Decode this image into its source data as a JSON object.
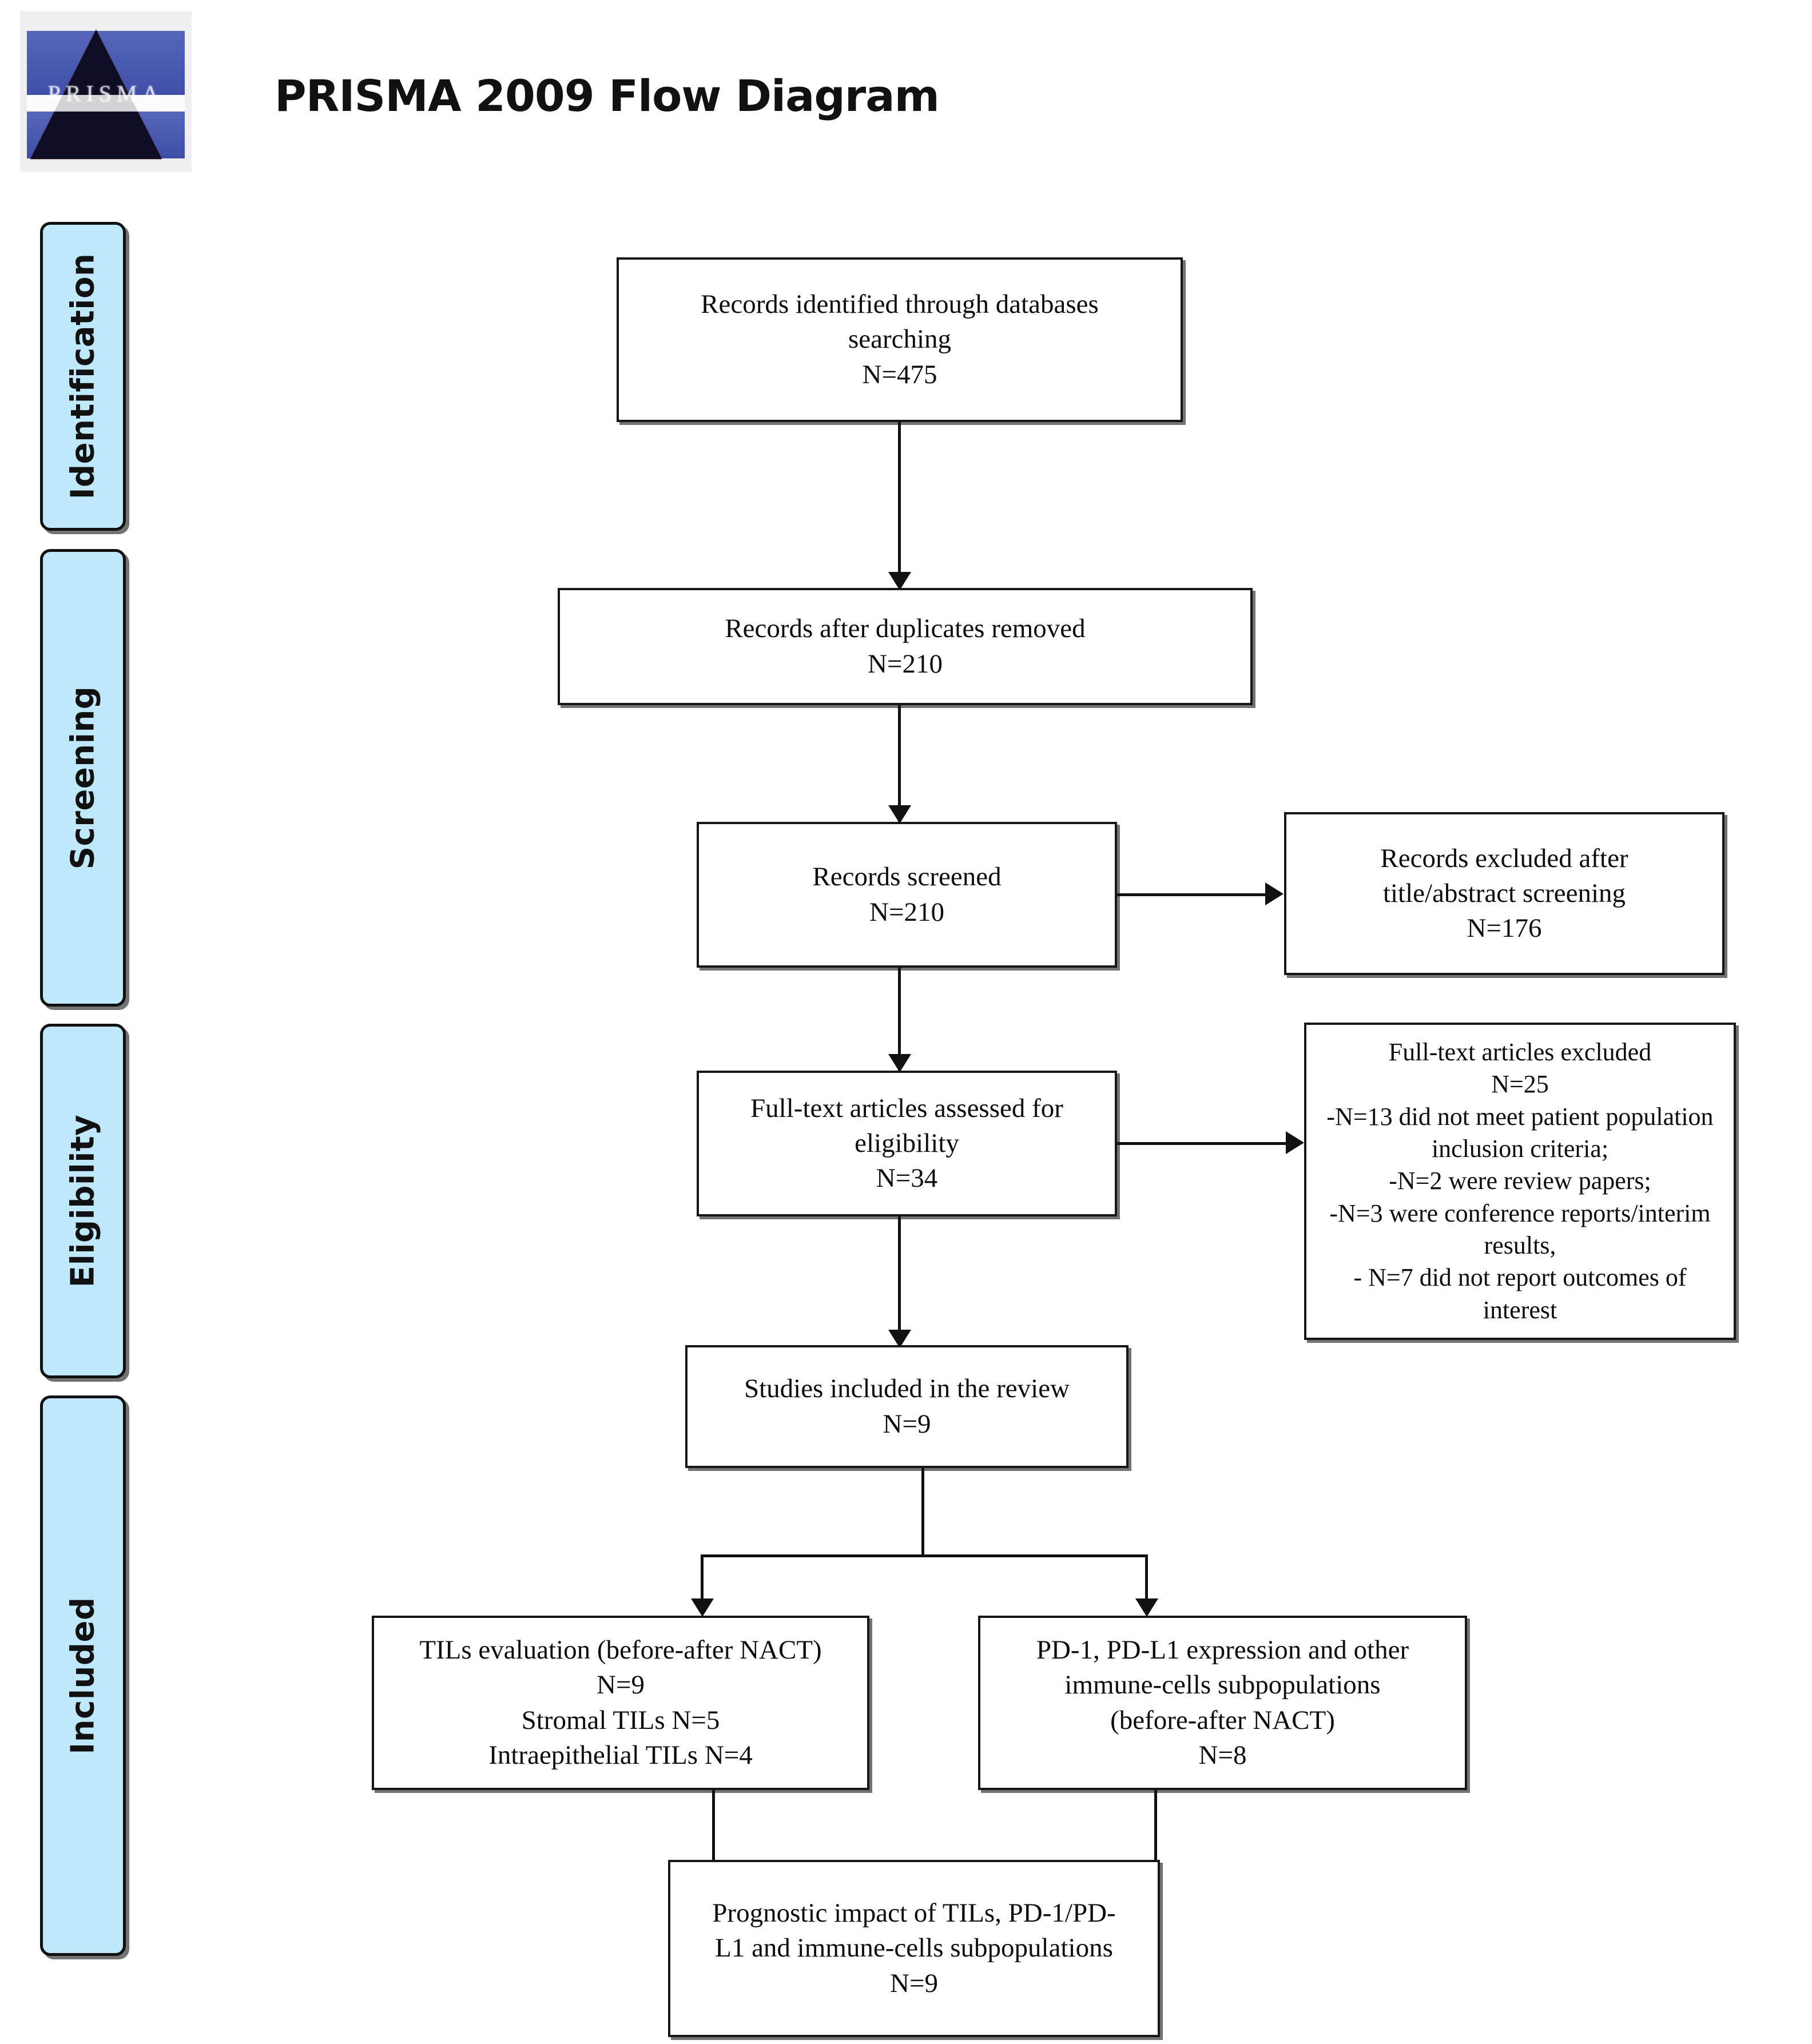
{
  "header": {
    "title": "PRISMA 2009 Flow Diagram",
    "logo_word": "PRISMA",
    "logo_alt": "prisma-logo"
  },
  "stages": [
    {
      "id": "identification",
      "label": "Identification"
    },
    {
      "id": "screening",
      "label": "Screening"
    },
    {
      "id": "eligibility",
      "label": "Eligibility"
    },
    {
      "id": "included",
      "label": "Included"
    }
  ],
  "boxes": {
    "records_identified": "Records identified through databases\nsearching\nN=475",
    "records_after_duplicates": "Records after duplicates removed\nN=210",
    "records_screened": "Records screened\nN=210",
    "records_excluded": "Records excluded after\ntitle/abstract screening\nN=176",
    "fulltext_assessed": "Full-text articles assessed for\neligibility\nN=34",
    "fulltext_excluded": "Full-text articles excluded\nN=25\n-N=13 did not meet patient population\ninclusion criteria;\n-N=2 were review papers;\n-N=3 were conference reports/interim\nresults,\n- N=7 did not report outcomes of interest",
    "studies_included": "Studies included in the review\nN=9",
    "tils_evaluation": "TILs evaluation (before-after NACT)\nN=9\nStromal TILs N=5\nIntraepithelial TILs N=4",
    "pd1_expression": "PD-1, PD-L1 expression and other\nimmune-cells subpopulations\n(before-after NACT)\nN=8",
    "prognostic_impact": "Prognostic impact of TILs, PD-1/PD-\nL1 and immune-cells subpopulations\nN=9"
  },
  "counts": {
    "identified": 475,
    "after_duplicates": 210,
    "screened": 210,
    "excluded_title_abstract": 176,
    "fulltext_assessed": 34,
    "fulltext_excluded": 25,
    "excluded_population": 13,
    "excluded_reviews": 2,
    "excluded_conference": 3,
    "excluded_no_outcomes": 7,
    "included_studies": 9,
    "tils_total": 9,
    "stromal_tils": 5,
    "intraepithelial_tils": 4,
    "pd1_studies": 8,
    "prognostic_studies": 9
  },
  "colors": {
    "stage_chip_fill": "#bfe9fb",
    "box_border": "#161616",
    "logo_blue": "#3f4fa8",
    "text": "#0d0d0d"
  }
}
